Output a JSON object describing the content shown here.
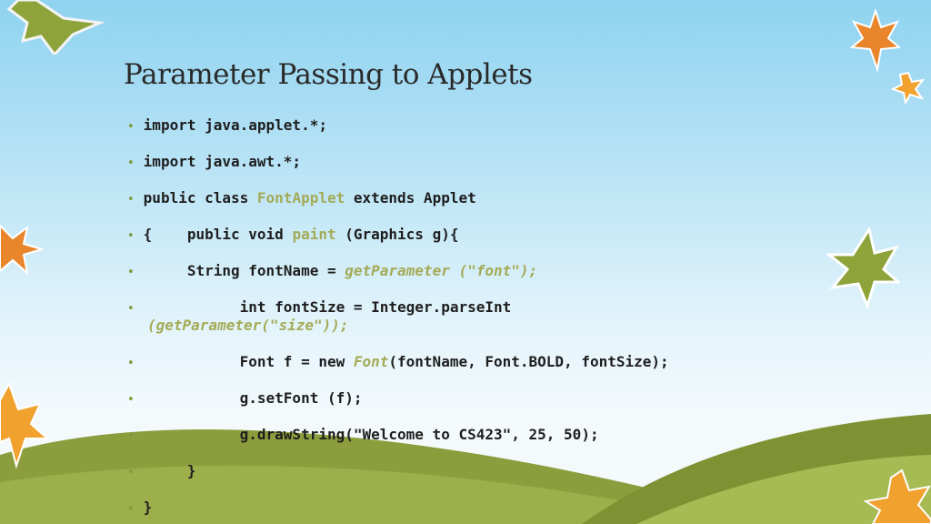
{
  "slide": {
    "title": "Parameter Passing to Applets",
    "lines": [
      {
        "code": "import java.applet.*;"
      },
      {
        "code": "import java.awt.*;"
      },
      {
        "pre": "public class ",
        "hl": "FontApplet",
        "post": " extends Applet"
      },
      {
        "pre": "{    public void ",
        "hl": "paint",
        "post": " (Graphics g){"
      },
      {
        "pre": "     String fontName = ",
        "it": "getParameter (\"font\");"
      },
      {
        "pre": "           int fontSize = Integer.parseInt",
        "cont": "(getParameter(\"size\"));"
      },
      {
        "pre": "           Font f = new ",
        "it": "Font",
        "post": "(fontName, Font.BOLD, fontSize);"
      },
      {
        "code": "           g.setFont (f);"
      },
      {
        "code": "           g.drawString(\"Welcome to CS423\", 25, 50);"
      },
      {
        "code": "     }"
      },
      {
        "code": "}"
      }
    ]
  },
  "colors": {
    "sky_top": "#8fd3f0",
    "hill_dark": "#8a9a3c",
    "hill_light": "#a6b955",
    "accent_code": "#a4ab57",
    "leaf_orange": "#e9852a",
    "leaf_olive": "#8ea43a"
  }
}
